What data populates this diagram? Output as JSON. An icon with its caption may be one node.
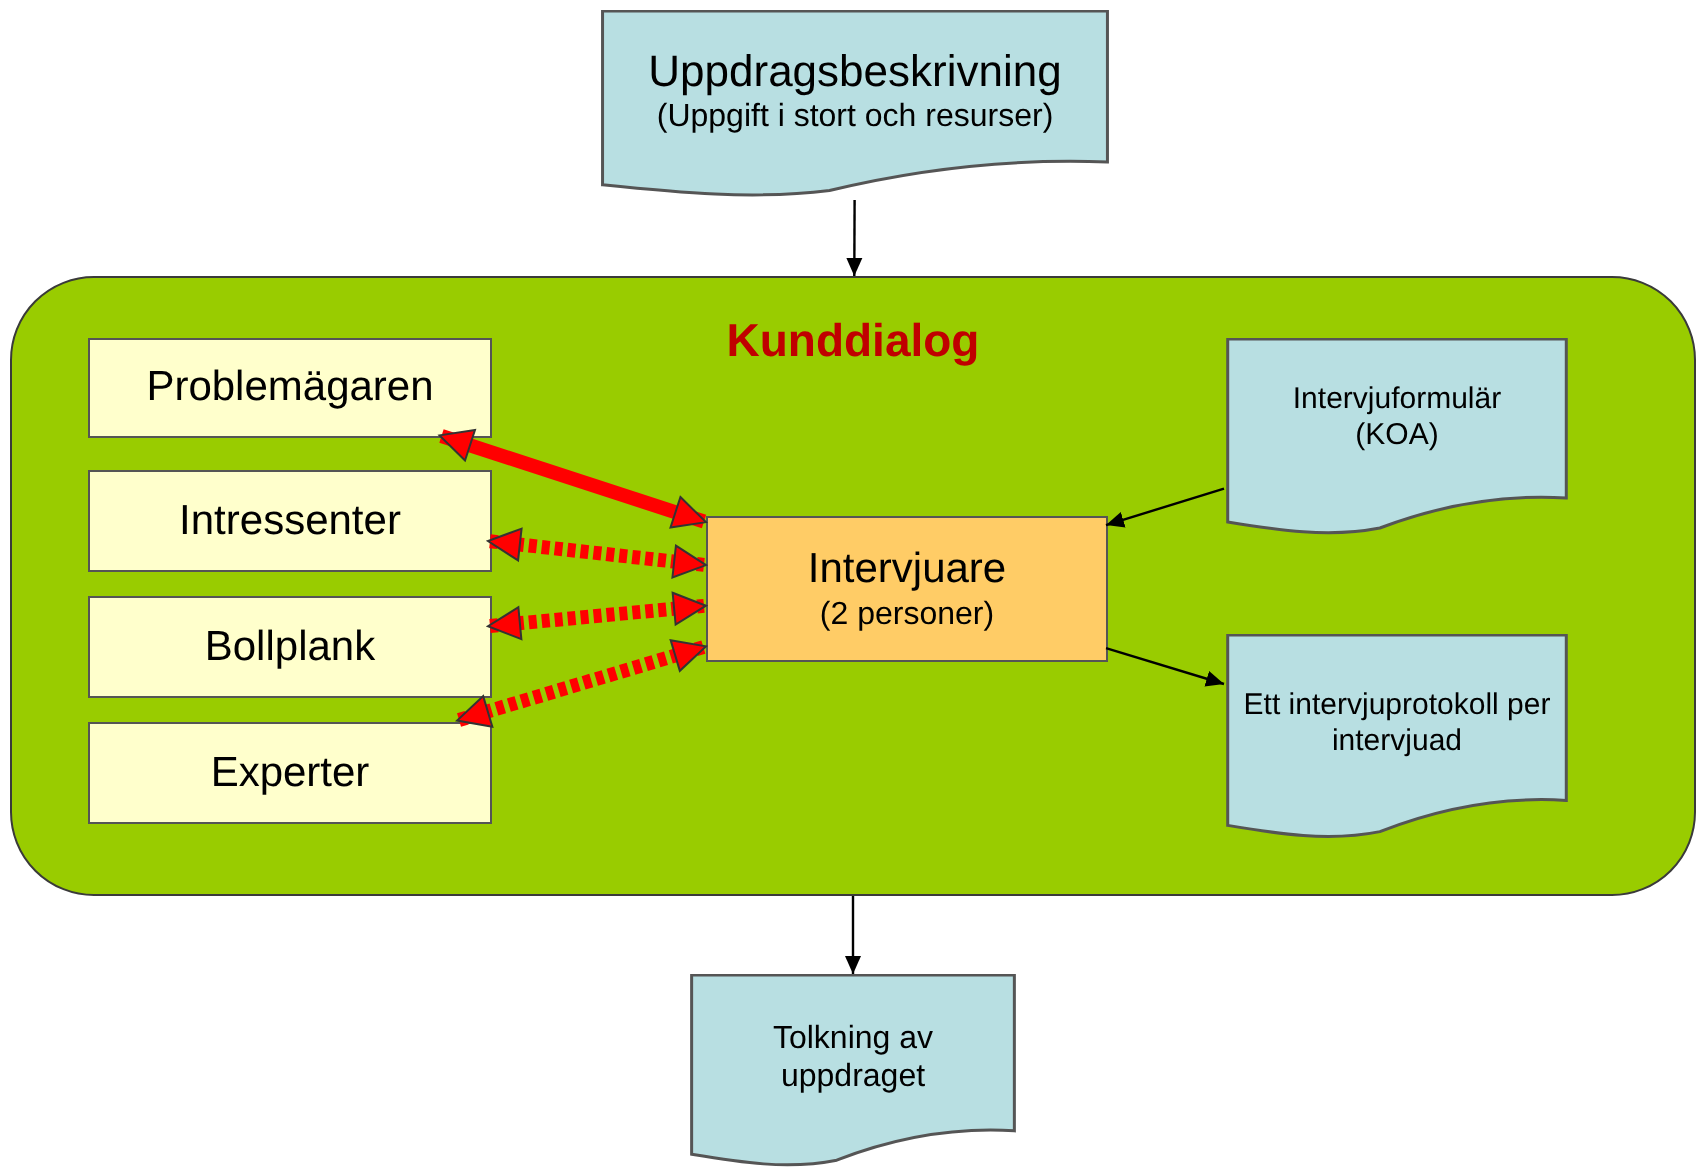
{
  "diagram": {
    "nodes": [
      {
        "text": [
          "Uppdragsbeskrivning",
          "(Uppgift i stort och resurser)"
        ]
      },
      {
        "text": [
          "Kunddialog"
        ]
      },
      {
        "text": [
          "Problemägaren"
        ],
        "in": 1
      },
      {
        "text": [
          "Intressenter"
        ],
        "in": 1
      },
      {
        "text": [
          "Bollplank"
        ],
        "in": 1
      },
      {
        "text": [
          "Experter"
        ],
        "in": 1
      },
      {
        "text": [
          "Intervjuare",
          "(2 personer)"
        ],
        "in": 1
      },
      {
        "text": [
          "Intervjuformulär (KOA)"
        ],
        "in": 1
      },
      {
        "text": [
          "Ett intervjuprotokoll per intervjuad"
        ],
        "in": 1
      },
      {
        "text": [
          "Tolkning av uppdraget"
        ]
      }
    ],
    "edges": [
      {
        "from": 0,
        "to": 1,
        "arrow": "to"
      },
      {
        "from": 2,
        "to": 6,
        "arrow": "both",
        "style": "thick",
        "color": "#ff0000"
      },
      {
        "from": 3,
        "to": 6,
        "arrow": "both",
        "style": "dashed",
        "color": "#ff0000"
      },
      {
        "from": 4,
        "to": 6,
        "arrow": "both",
        "style": "dashed",
        "color": "#ff0000"
      },
      {
        "from": 5,
        "to": 6,
        "arrow": "both",
        "style": "dashed",
        "color": "#ff0000"
      },
      {
        "from": 7,
        "to": 6,
        "arrow": "to"
      },
      {
        "from": 6,
        "to": 8,
        "arrow": "to"
      },
      {
        "from": 1,
        "to": 9,
        "arrow": "to"
      }
    ]
  }
}
